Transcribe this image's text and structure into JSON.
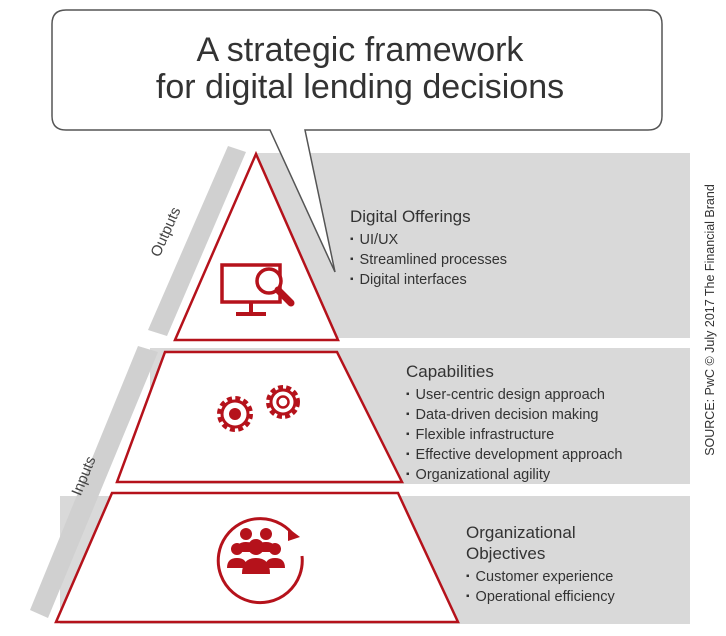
{
  "title": {
    "line1": "A strategic framework",
    "line2": "for digital lending decisions"
  },
  "tiers": [
    {
      "heading": "Digital Offerings",
      "heading_line2": "",
      "items": [
        "UI/UX",
        "Streamlined processes",
        "Digital interfaces"
      ],
      "icon": "computer-magnifier-icon"
    },
    {
      "heading": "Capabilities",
      "heading_line2": "",
      "items": [
        "User-centric design approach",
        "Data-driven decision making",
        "Flexible infrastructure",
        "Effective development approach",
        "Organizational agility"
      ],
      "icon": "gears-icon"
    },
    {
      "heading": "Organizational",
      "heading_line2": "Objectives",
      "items": [
        "Customer experience",
        "Operational efficiency"
      ],
      "icon": "people-group-icon"
    }
  ],
  "band_labels": {
    "outputs": "Outputs",
    "inputs": "Inputs"
  },
  "source": "SOURCE: PwC © July 2017 The Financial Brand",
  "colors": {
    "accent": "#b5121b",
    "panel": "#d9d9d9",
    "band": "#d0d0d0",
    "text": "#333333",
    "callout_border": "#555555"
  }
}
